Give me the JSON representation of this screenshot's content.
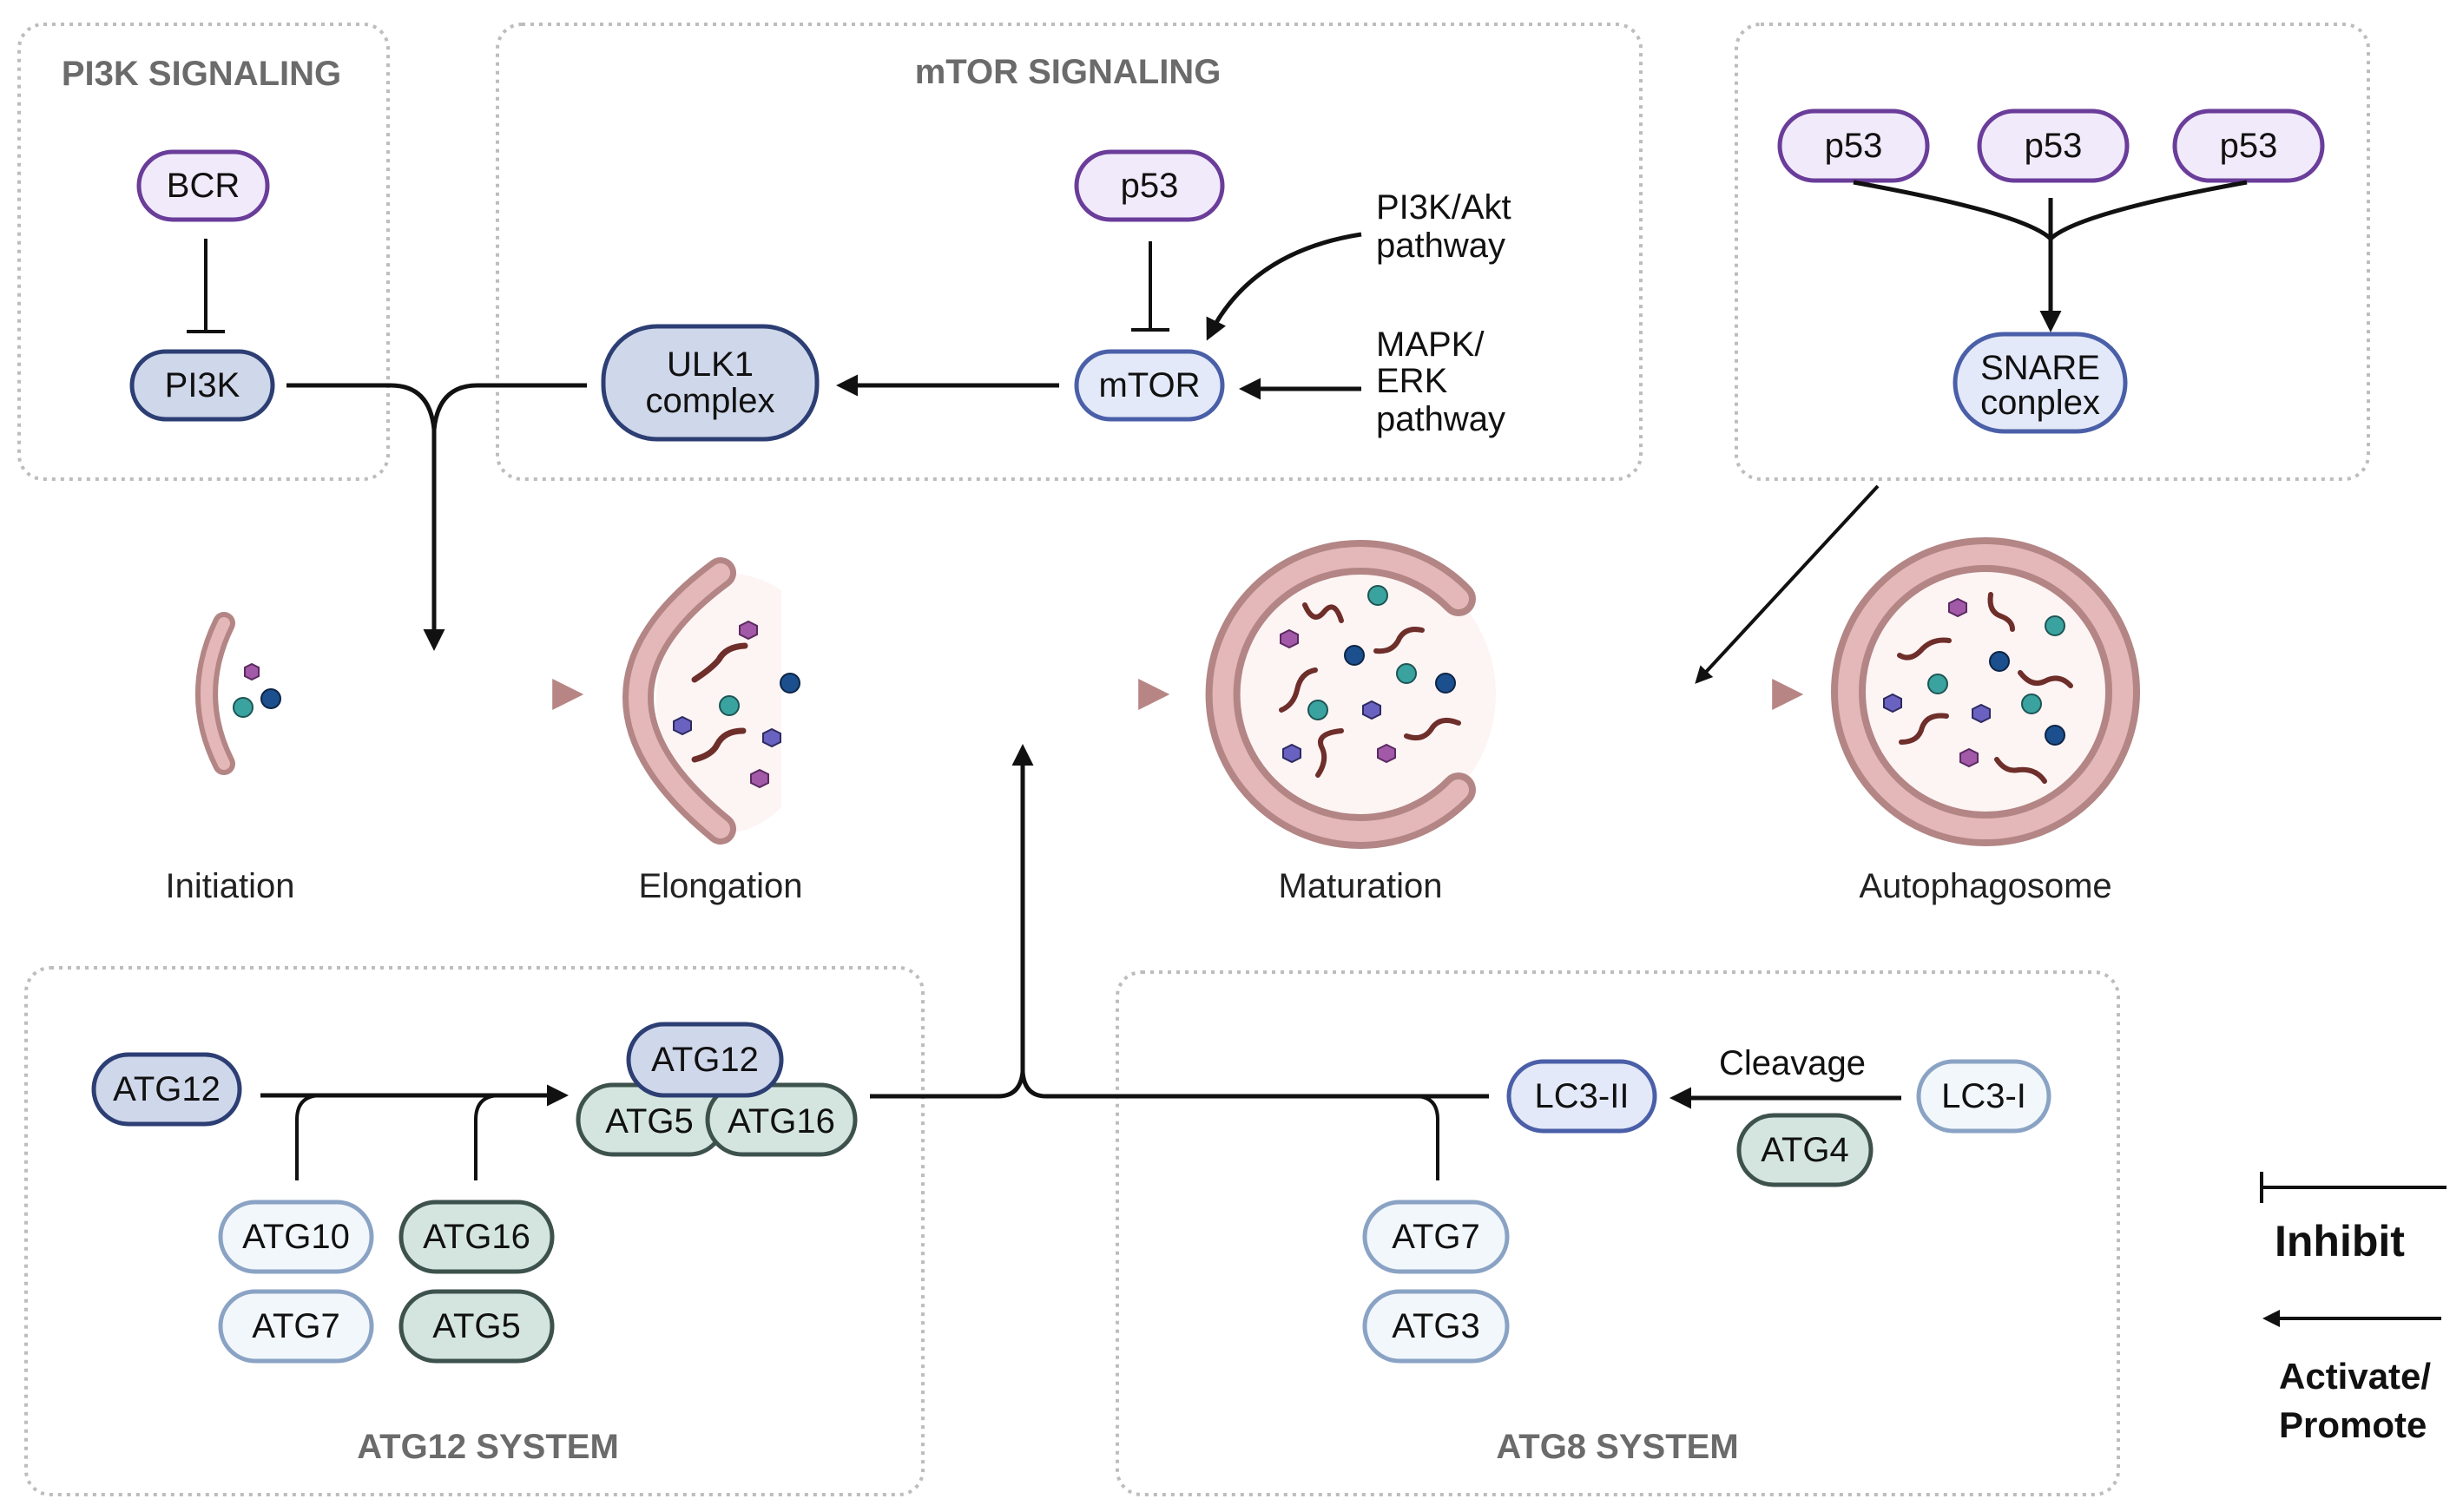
{
  "panels": {
    "pi3k": {
      "title": "PI3K SIGNALING"
    },
    "mtor": {
      "title": "mTOR SIGNALING"
    },
    "snare": {
      "title": ""
    },
    "atg12": {
      "title": "ATG12 SYSTEM"
    },
    "atg8": {
      "title": "ATG8 SYSTEM"
    }
  },
  "nodes": {
    "bcr": "BCR",
    "pi3k": "PI3K",
    "ulk1_line1": "ULK1",
    "ulk1_line2": "complex",
    "p53_mtor": "p53",
    "mtor": "mTOR",
    "p53_a": "p53",
    "p53_b": "p53",
    "p53_c": "p53",
    "snare_line1": "SNARE",
    "snare_line2": "conplex",
    "atg12_free": "ATG12",
    "atg12_complex": "ATG12",
    "atg5_complex": "ATG5",
    "atg16_complex": "ATG16",
    "atg10": "ATG10",
    "atg7_a": "ATG7",
    "atg16": "ATG16",
    "atg5": "ATG5",
    "lc3_ii": "LC3-II",
    "lc3_i": "LC3-I",
    "atg4": "ATG4",
    "atg7_b": "ATG7",
    "atg3": "ATG3"
  },
  "labels": {
    "pi3k_akt_1": "PI3K/Akt",
    "pi3k_akt_2": "pathway",
    "mapk_1": "MAPK/",
    "mapk_2": "ERK",
    "mapk_3": "pathway",
    "cleavage": "Cleavage"
  },
  "stages": [
    "Initiation",
    "Elongation",
    "Maturation",
    "Autophagosome"
  ],
  "legend": {
    "inhibit": "Inhibit",
    "activate_1": "Activate/",
    "activate_2": "Promote"
  },
  "colors": {
    "purple_border": "#6a3d9a",
    "purple_fill": "#f1eafa",
    "navy_border": "#2c3e73",
    "navy_fill": "#cfd7ea",
    "blue_border": "#4a5fa8",
    "blue_fill": "#e3e9f8",
    "lightblue_border": "#8aa3c4",
    "lightblue_fill": "#f2f7fc",
    "green_border": "#3e524d",
    "green_fill": "#d4e5df",
    "membrane": "#d9a9a9",
    "membrane_edge": "#b38585",
    "lumen": "#fcf2f2",
    "stage_arrow": "#b88585"
  }
}
